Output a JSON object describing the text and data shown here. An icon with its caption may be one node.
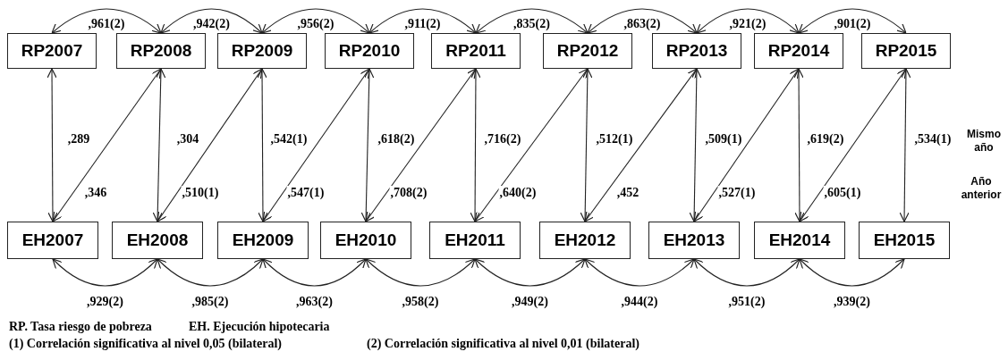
{
  "diagram": {
    "nodes": [
      {
        "text": [
          "RP2007"
        ]
      },
      {
        "text": [
          "RP2008"
        ]
      },
      {
        "text": [
          "RP2009"
        ]
      },
      {
        "text": [
          "RP2010"
        ]
      },
      {
        "text": [
          "RP2011"
        ]
      },
      {
        "text": [
          "RP2012"
        ]
      },
      {
        "text": [
          "RP2013"
        ]
      },
      {
        "text": [
          "RP2014"
        ]
      },
      {
        "text": [
          "RP2015"
        ]
      },
      {
        "text": [
          "EH2007"
        ]
      },
      {
        "text": [
          "EH2008"
        ]
      },
      {
        "text": [
          "EH2009"
        ]
      },
      {
        "text": [
          "EH2010"
        ]
      },
      {
        "text": [
          "EH2011"
        ]
      },
      {
        "text": [
          "EH2012"
        ]
      },
      {
        "text": [
          "EH2013"
        ]
      },
      {
        "text": [
          "EH2014"
        ]
      },
      {
        "text": [
          "EH2015"
        ]
      }
    ],
    "edges": [
      {
        "from": 0,
        "to": 1,
        "arrow": "both",
        "label": ",961(2)"
      },
      {
        "from": 1,
        "to": 2,
        "arrow": "both",
        "label": ",942(2)"
      },
      {
        "from": 2,
        "to": 3,
        "arrow": "both",
        "label": ",956(2)"
      },
      {
        "from": 3,
        "to": 4,
        "arrow": "both",
        "label": ",911(2)"
      },
      {
        "from": 4,
        "to": 5,
        "arrow": "both",
        "label": ",835(2)"
      },
      {
        "from": 5,
        "to": 6,
        "arrow": "both",
        "label": ",863(2)"
      },
      {
        "from": 6,
        "to": 7,
        "arrow": "both",
        "label": ",921(2)"
      },
      {
        "from": 7,
        "to": 8,
        "arrow": "both",
        "label": ",901(2)"
      },
      {
        "from": 0,
        "to": 9,
        "arrow": "both",
        "label": ",289"
      },
      {
        "from": 1,
        "to": 10,
        "arrow": "both",
        "label": ",304"
      },
      {
        "from": 2,
        "to": 11,
        "arrow": "both",
        "label": ",542(1)"
      },
      {
        "from": 3,
        "to": 12,
        "arrow": "both",
        "label": ",618(2)"
      },
      {
        "from": 4,
        "to": 13,
        "arrow": "both",
        "label": ",716(2)"
      },
      {
        "from": 5,
        "to": 14,
        "arrow": "both",
        "label": ",512(1)"
      },
      {
        "from": 6,
        "to": 15,
        "arrow": "both",
        "label": ",509(1)"
      },
      {
        "from": 7,
        "to": 16,
        "arrow": "both",
        "label": ",619(2)"
      },
      {
        "from": 8,
        "to": 17,
        "arrow": "both",
        "label": ",534(1)"
      },
      {
        "from": 9,
        "to": 1,
        "arrow": "both",
        "label": ",346"
      },
      {
        "from": 10,
        "to": 2,
        "arrow": "both",
        "label": ",510(1)"
      },
      {
        "from": 11,
        "to": 3,
        "arrow": "both",
        "label": ",547(1)"
      },
      {
        "from": 12,
        "to": 4,
        "arrow": "both",
        "label": ",708(2)"
      },
      {
        "from": 13,
        "to": 5,
        "arrow": "both",
        "label": ",640(2)"
      },
      {
        "from": 14,
        "to": 6,
        "arrow": "both",
        "label": ",452"
      },
      {
        "from": 15,
        "to": 7,
        "arrow": "both",
        "label": ",527(1)"
      },
      {
        "from": 16,
        "to": 8,
        "arrow": "both",
        "label": ",605(1)"
      },
      {
        "from": 9,
        "to": 10,
        "arrow": "both",
        "label": ",929(2)"
      },
      {
        "from": 10,
        "to": 11,
        "arrow": "both",
        "label": ",985(2)"
      },
      {
        "from": 11,
        "to": 12,
        "arrow": "both",
        "label": ",963(2)"
      },
      {
        "from": 12,
        "to": 13,
        "arrow": "both",
        "label": ",958(2)"
      },
      {
        "from": 13,
        "to": 14,
        "arrow": "both",
        "label": ",949(2)"
      },
      {
        "from": 14,
        "to": 15,
        "arrow": "both",
        "label": ",944(2)"
      },
      {
        "from": 15,
        "to": 16,
        "arrow": "both",
        "label": ",951(2)"
      },
      {
        "from": 16,
        "to": 17,
        "arrow": "both",
        "label": ",939(2)"
      }
    ],
    "labels": [
      "Mismo año",
      "Año anterior",
      "RP. Tasa riesgo de pobreza",
      "EH. Ejecución hipotecaria",
      "(1) Correlación significativa al nivel 0,05 (bilateral)",
      "(2) Correlación significativa al nivel 0,01 (bilateral)"
    ]
  }
}
